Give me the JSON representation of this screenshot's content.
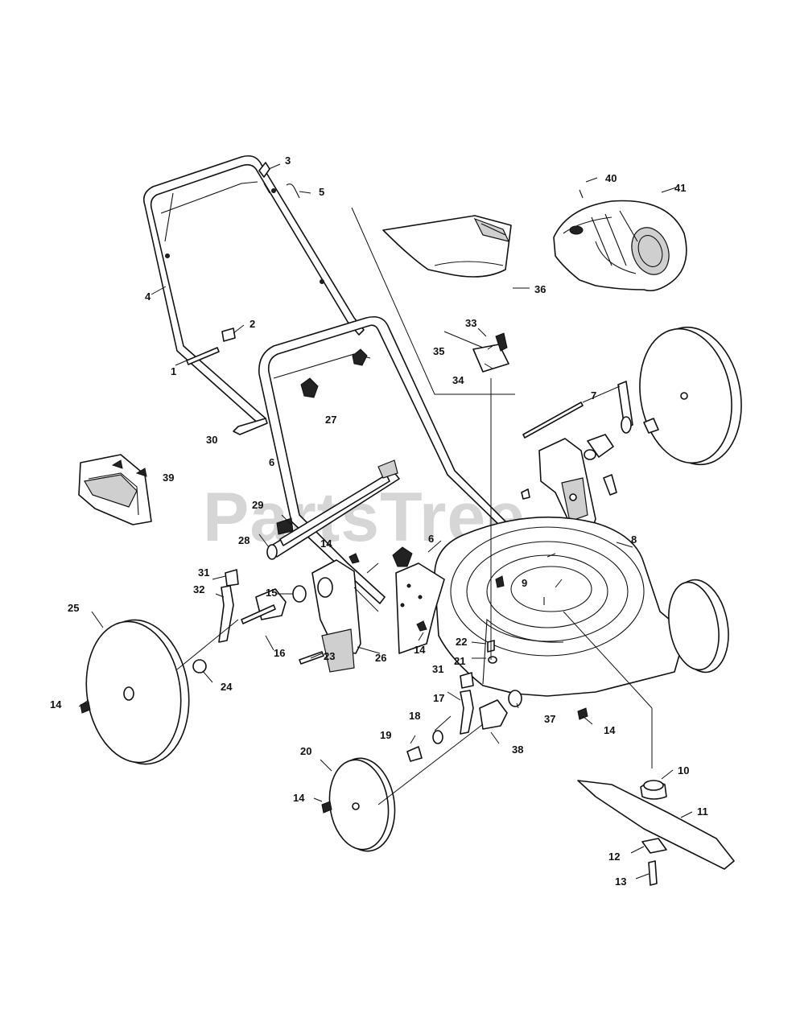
{
  "watermark": "PartsTree",
  "callouts": [
    "1",
    "2",
    "3",
    "4",
    "5",
    "6",
    "6",
    "7",
    "8",
    "9",
    "10",
    "11",
    "12",
    "13",
    "14",
    "14",
    "14",
    "14",
    "14",
    "15",
    "16",
    "17",
    "18",
    "19",
    "20",
    "21",
    "22",
    "23",
    "24",
    "25",
    "26",
    "27",
    "28",
    "29",
    "30",
    "31",
    "31",
    "32",
    "33",
    "34",
    "35",
    "36",
    "37",
    "38",
    "39",
    "40",
    "41"
  ]
}
